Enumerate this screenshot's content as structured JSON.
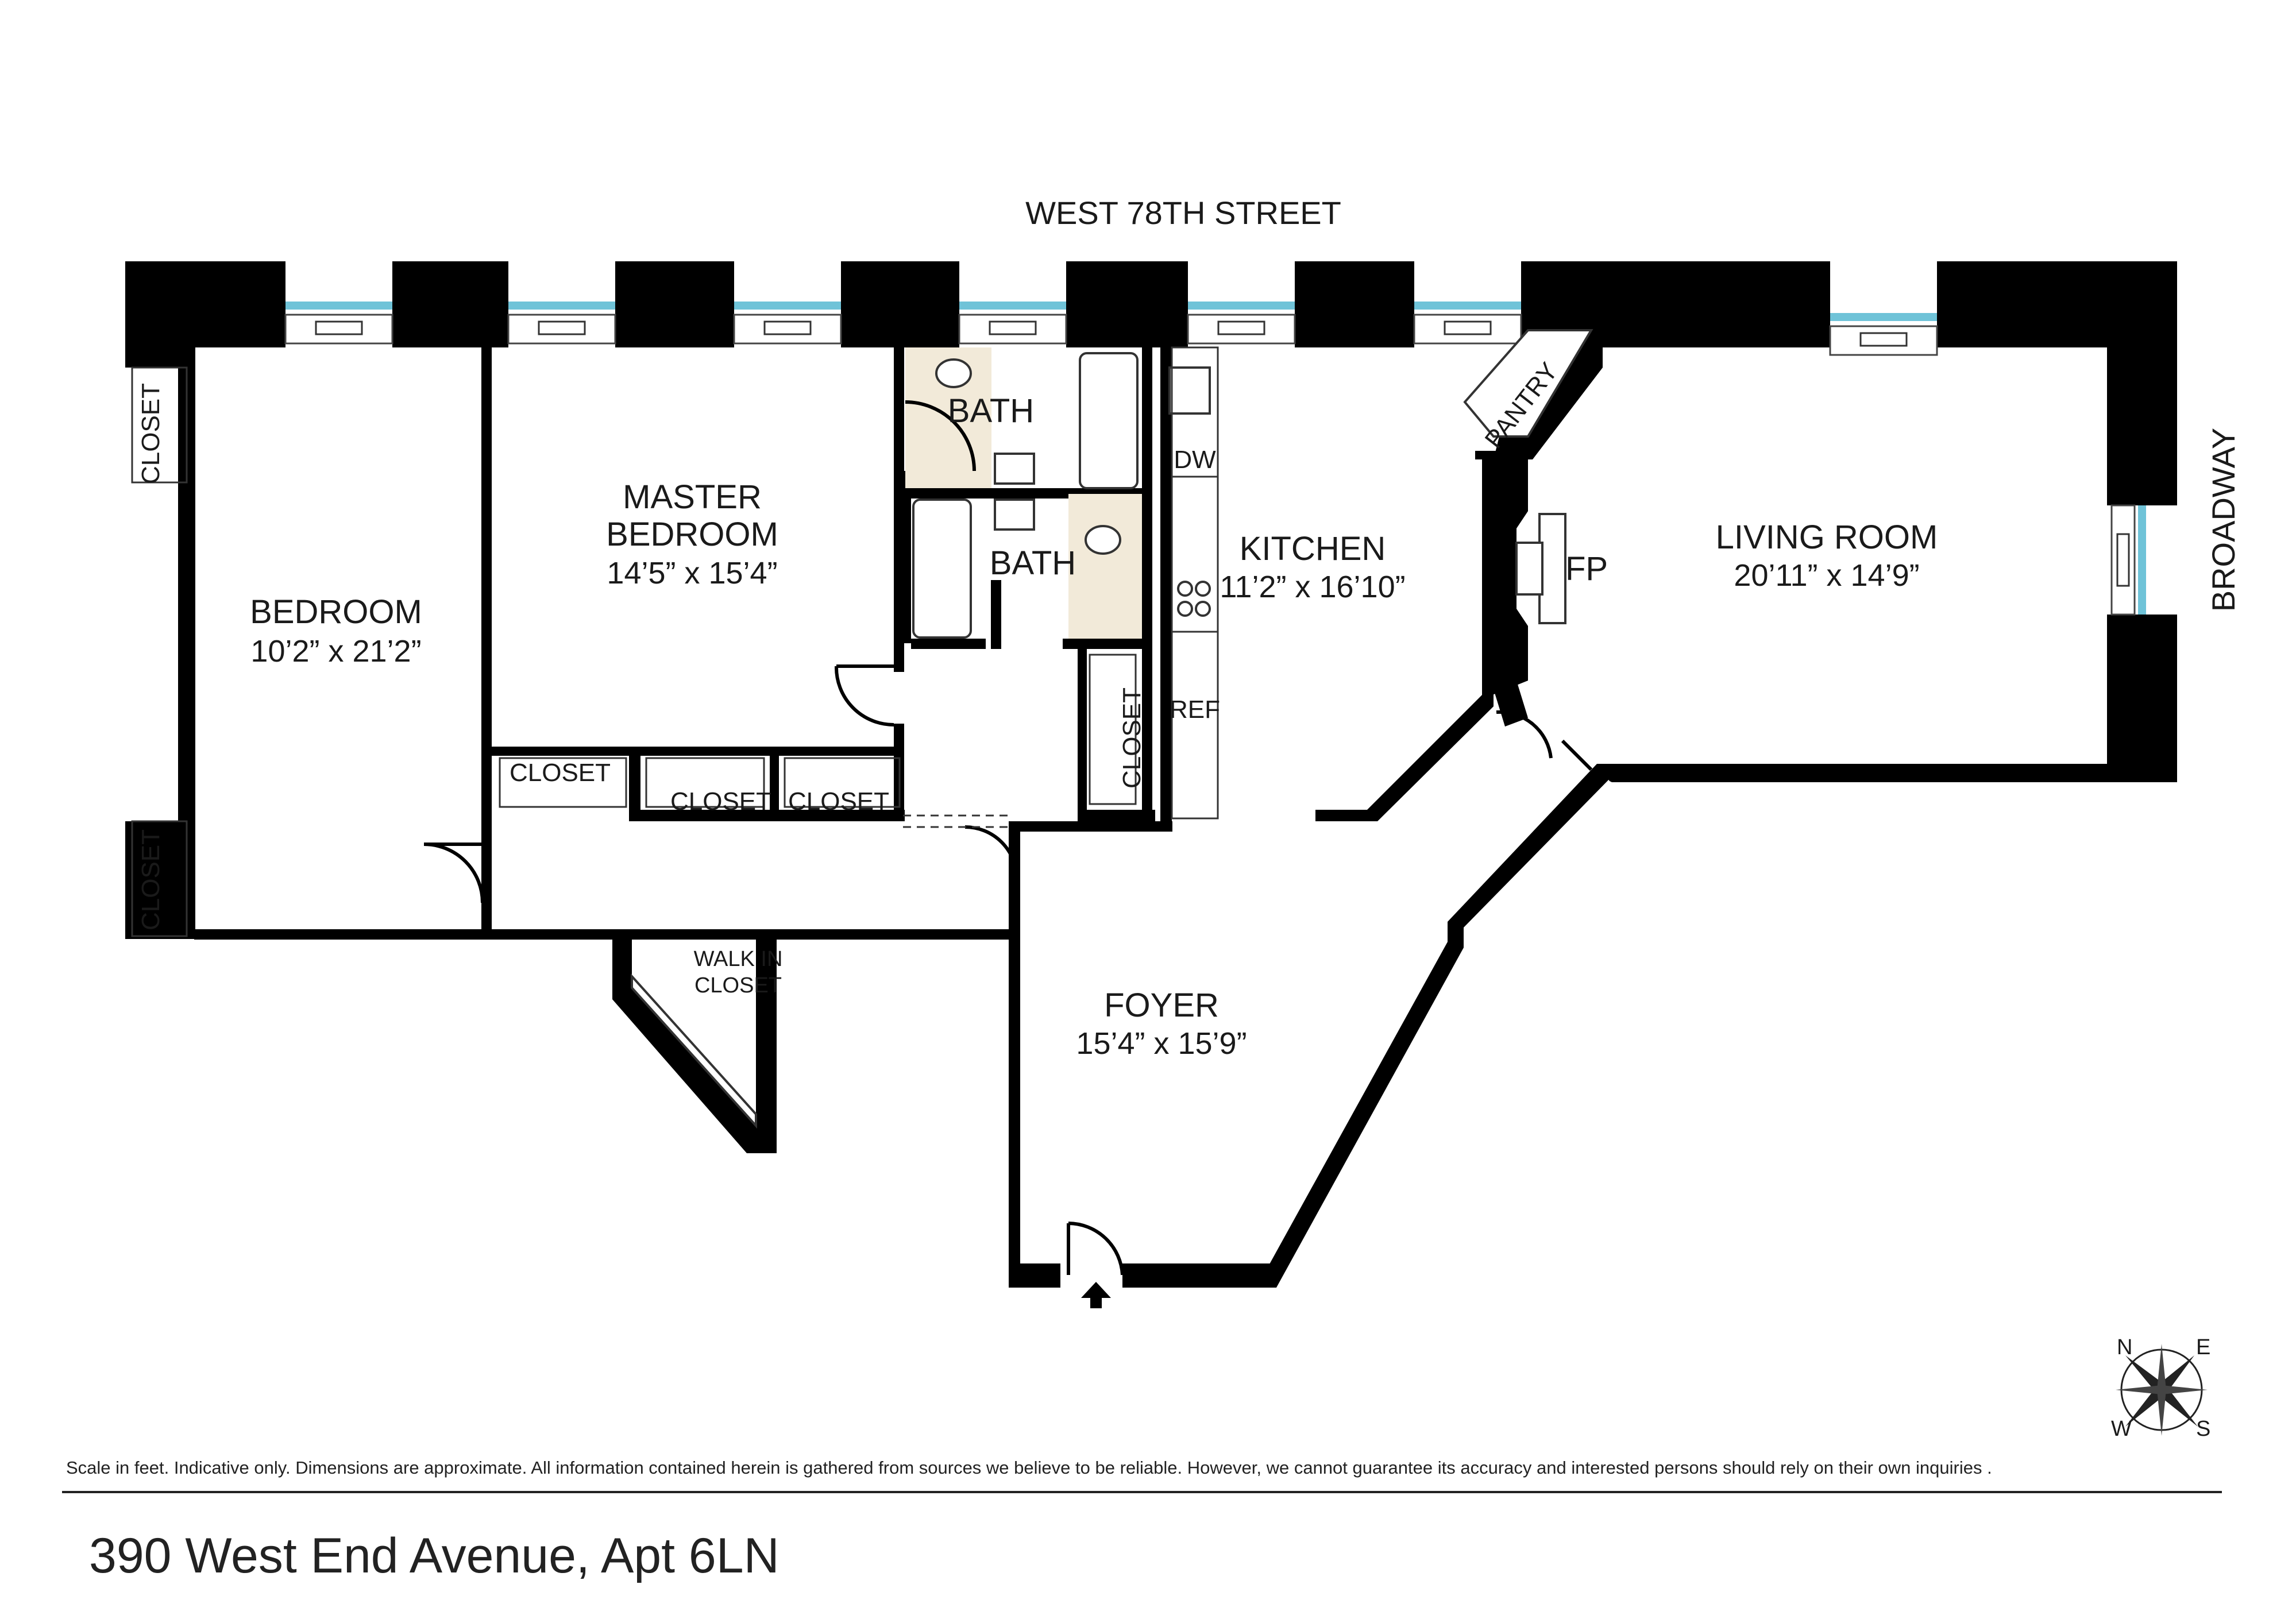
{
  "plan": {
    "street_top": "WEST 78TH STREET",
    "street_right": "BROADWAY",
    "rooms": {
      "bedroom": {
        "name": "BEDROOM",
        "dims": "10’2” x 21’2”"
      },
      "master": {
        "name_line1": "MASTER",
        "name_line2": "BEDROOM",
        "dims": "14’5” x 15’4”"
      },
      "bath1": {
        "name": "BATH"
      },
      "bath2": {
        "name": "BATH"
      },
      "kitchen": {
        "name": "KITCHEN",
        "dims": "11’2” x 16’10”"
      },
      "living": {
        "name": "LIVING ROOM",
        "dims": "20’11” x 14’9”"
      },
      "foyer": {
        "name": "FOYER",
        "dims": "15’4” x 15’9”"
      }
    },
    "closets": {
      "left_top": "CLOSET",
      "left_bottom": "CLOSET",
      "master": "CLOSET",
      "hall1": "CLOSET",
      "hall2": "CLOSET",
      "kitchen": "CLOSET",
      "walkin_line1": "WALK IN",
      "walkin_line2": "CLOSET",
      "pantry": "PANTRY"
    },
    "fixtures": {
      "dishwasher": "DW",
      "refrigerator": "REF",
      "fireplace": "FP"
    },
    "compass": {
      "n": "N",
      "e": "E",
      "s": "S",
      "w": "W"
    }
  },
  "footer": {
    "disclaimer": "Scale in feet. Indicative only. Dimensions are approximate. All information contained herein is gathered from sources we believe to be reliable. However, we cannot guarantee its accuracy and interested persons should rely on their own inquiries .",
    "address": "390 West End Avenue, Apt 6LN"
  }
}
